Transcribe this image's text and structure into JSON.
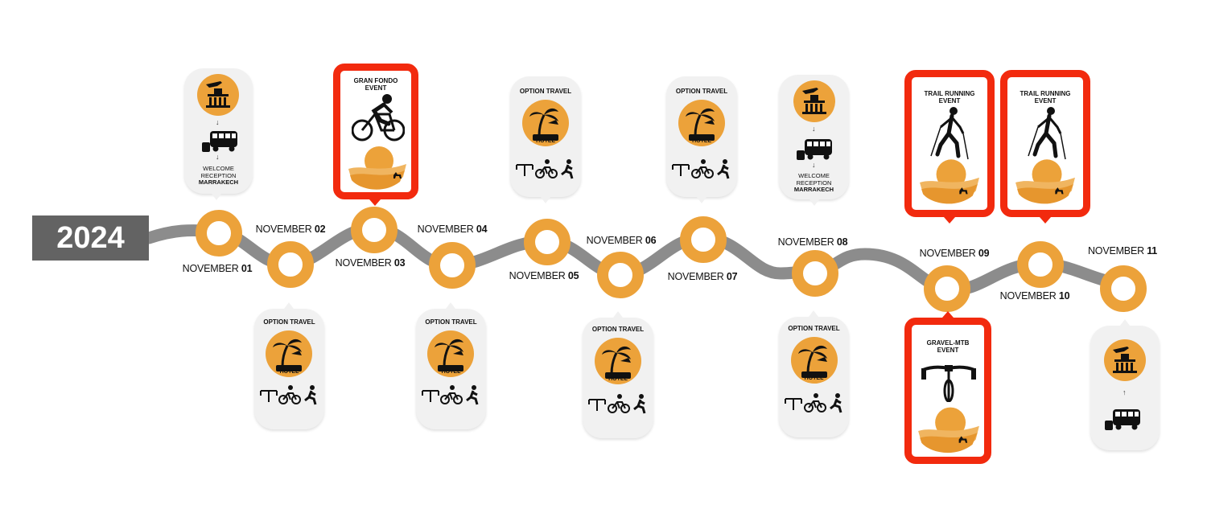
{
  "year": "2024",
  "colors": {
    "accent": "#eca23a",
    "event": "#f22a0e",
    "road": "#8c8c8c",
    "yearBox": "#636363"
  },
  "dates": [
    {
      "id": "nov01",
      "prefix": "NOVEMBER",
      "day": "01"
    },
    {
      "id": "nov02",
      "prefix": "NOVEMBER",
      "day": "02"
    },
    {
      "id": "nov03",
      "prefix": "NOVEMBER",
      "day": "03"
    },
    {
      "id": "nov04",
      "prefix": "NOVEMBER",
      "day": "04"
    },
    {
      "id": "nov05",
      "prefix": "NOVEMBER",
      "day": "05"
    },
    {
      "id": "nov06",
      "prefix": "NOVEMBER",
      "day": "06"
    },
    {
      "id": "nov07",
      "prefix": "NOVEMBER",
      "day": "07"
    },
    {
      "id": "nov08",
      "prefix": "NOVEMBER",
      "day": "08"
    },
    {
      "id": "nov09",
      "prefix": "NOVEMBER",
      "day": "09"
    },
    {
      "id": "nov10",
      "prefix": "NOVEMBER",
      "day": "10"
    },
    {
      "id": "nov11",
      "prefix": "NOVEMBER",
      "day": "11"
    }
  ],
  "cards": {
    "nov01": {
      "welcome1": "WELCOME",
      "welcome2": "RECEPTION",
      "city": "MARRAKECH",
      "icons": [
        "plane-tower-icon",
        "bus-icon",
        "luggage-icon"
      ]
    },
    "nov02": {
      "title": "OPTION TRAVEL",
      "badge": "HOTEL",
      "icons": [
        "palm-hotel-icon",
        "handlebar-icon",
        "cyclist-icon",
        "runner-icon"
      ]
    },
    "nov03": {
      "title1": "GRAN FONDO",
      "title2": "EVENT",
      "icons": [
        "road-cyclist-icon",
        "desert-sunset-icon"
      ]
    },
    "nov04": {
      "title": "OPTION TRAVEL",
      "badge": "HOTEL",
      "icons": [
        "palm-hotel-icon",
        "handlebar-icon",
        "cyclist-icon",
        "runner-icon"
      ]
    },
    "nov05": {
      "title": "OPTION TRAVEL",
      "badge": "HOTEL",
      "icons": [
        "palm-hotel-icon",
        "handlebar-icon",
        "cyclist-icon",
        "runner-icon"
      ]
    },
    "nov06": {
      "title": "OPTION TRAVEL",
      "badge": "HOTEL",
      "icons": [
        "palm-hotel-icon",
        "handlebar-icon",
        "cyclist-icon",
        "runner-icon"
      ]
    },
    "nov07": {
      "title": "OPTION TRAVEL",
      "badge": "HOTEL",
      "icons": [
        "palm-hotel-icon",
        "handlebar-icon",
        "cyclist-icon",
        "runner-icon"
      ]
    },
    "nov08a": {
      "welcome1": "WELCOME",
      "welcome2": "RECEPTION",
      "city": "MARRAKECH",
      "icons": [
        "plane-tower-icon",
        "bus-icon",
        "luggage-icon"
      ]
    },
    "nov08b": {
      "title": "OPTION TRAVEL",
      "badge": "HOTEL",
      "icons": [
        "palm-hotel-icon",
        "handlebar-icon",
        "cyclist-icon",
        "runner-icon"
      ]
    },
    "nov09a": {
      "title1": "TRAIL RUNNING",
      "title2": "EVENT",
      "icons": [
        "trail-runner-icon",
        "desert-sunset-icon"
      ]
    },
    "nov09b": {
      "title1": "GRAVEL-MTB",
      "title2": "EVENT",
      "icons": [
        "mtb-handlebar-icon",
        "desert-sunset-icon"
      ]
    },
    "nov10": {
      "title1": "TRAIL RUNNING",
      "title2": "EVENT",
      "icons": [
        "trail-runner-icon",
        "desert-sunset-icon"
      ]
    },
    "nov11": {
      "icons": [
        "plane-tower-icon",
        "bus-icon",
        "luggage-icon"
      ]
    }
  }
}
